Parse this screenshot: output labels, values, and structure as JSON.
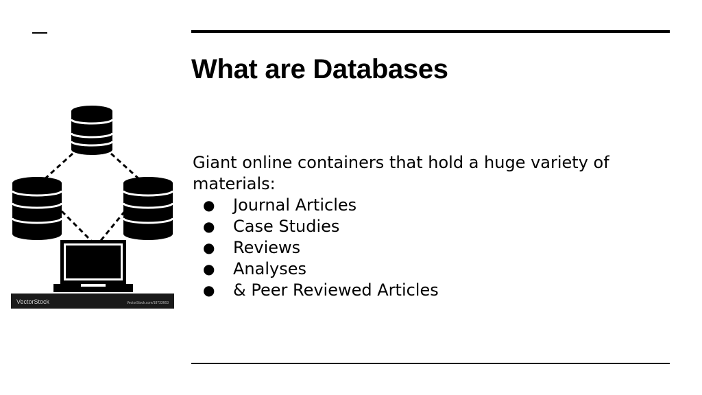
{
  "slide": {
    "title": "What are Databases",
    "intro": "Giant online containers that hold a huge variety of materials:",
    "bullet_glyph": "●",
    "bullets": [
      "Journal Articles",
      "Case Studies",
      "Reviews",
      "Analyses",
      "& Peer Reviewed Articles"
    ]
  },
  "illustration": {
    "icons": [
      "database-icon",
      "database-icon",
      "database-icon",
      "laptop-icon"
    ],
    "watermark_brand": "VectorStock",
    "watermark_url": "VectorStock.com/18733663"
  }
}
